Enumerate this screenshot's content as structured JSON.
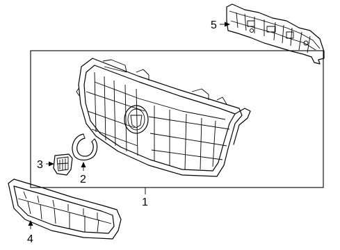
{
  "callouts": [
    {
      "id": "1",
      "label": "1",
      "part": "grille"
    },
    {
      "id": "2",
      "label": "2",
      "part": "emblem-ring"
    },
    {
      "id": "3",
      "label": "3",
      "part": "emblem"
    },
    {
      "id": "4",
      "label": "4",
      "part": "lower-grille"
    },
    {
      "id": "5",
      "label": "5",
      "part": "grille-bracket"
    }
  ],
  "colors": {
    "line": "#000000",
    "background": "#ffffff"
  }
}
